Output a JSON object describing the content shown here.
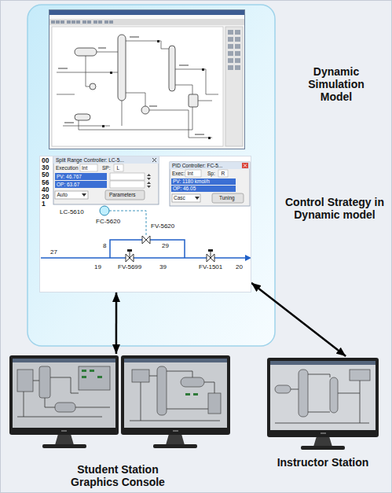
{
  "diagram": {
    "nodes": [
      {
        "text": [
          "Dynamic Simulation Model"
        ]
      },
      {
        "text": [
          "Control Strategy in Dynamic model"
        ]
      },
      {
        "text": [
          "Student Station Graphics Console"
        ]
      },
      {
        "text": [
          "Instructor Station"
        ]
      }
    ],
    "edges": [
      {
        "from": 1,
        "to": 2,
        "arrow": "both"
      },
      {
        "from": 1,
        "to": 3,
        "arrow": "both"
      }
    ],
    "labels": [
      "00",
      "30",
      "50",
      "56",
      "40",
      "20",
      "1",
      "Split Range Controller: LC-5...",
      "Execution",
      "Int",
      "SP:",
      "L",
      "PV: 46.767",
      "OP: 63.67",
      "Auto",
      "Parameters",
      "LC-5610",
      "PID Controller: FC-5...",
      "Exec:",
      "Int",
      "Sp:",
      "R",
      "PV: 1180 kmol/h",
      "OP: 46.05",
      "Casc",
      "Tuning",
      "FC-5620",
      "FV-5620",
      "8",
      "29",
      "27",
      "19",
      "FV-5699",
      "39",
      "FV-1501",
      "20"
    ]
  }
}
